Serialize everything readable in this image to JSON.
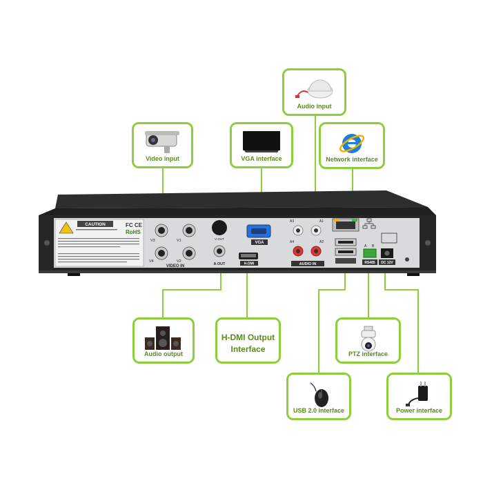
{
  "callouts": {
    "video_input": "Video input",
    "vga_interface": "VGA interface",
    "audio_input": "Audio input",
    "network_interface": "Network interface",
    "audio_output": "Audio output",
    "hdmi_output_line1": "H-DMI Output",
    "hdmi_output_line2": "Interface",
    "ptz_interface": "PTZ interface",
    "usb_interface": "USB 2.0 interface",
    "power_interface": "Power interface"
  },
  "panel": {
    "caution_title": "CAUTION",
    "fcc": "FC CE",
    "rohs": "RoHS",
    "video_in": "VIDEO IN",
    "audio_in": "AUDIO IN",
    "vga": "VGA",
    "hdmi": "H-DMI",
    "a_out": "A OUT",
    "vout": "V OUT",
    "rs485": "RS485",
    "dc12v": "DC 12V",
    "v1": "V1",
    "v2": "V2",
    "v3": "V3",
    "v4": "V4",
    "a1": "A1",
    "a2": "A2",
    "a3": "A3",
    "a4": "A4",
    "pin_a": "A",
    "pin_b": "B"
  },
  "colors": {
    "accent": "#8ccf3a",
    "label": "#5a8a1c",
    "chassis": "#2b2b2b",
    "panel": "#d9dadb"
  }
}
